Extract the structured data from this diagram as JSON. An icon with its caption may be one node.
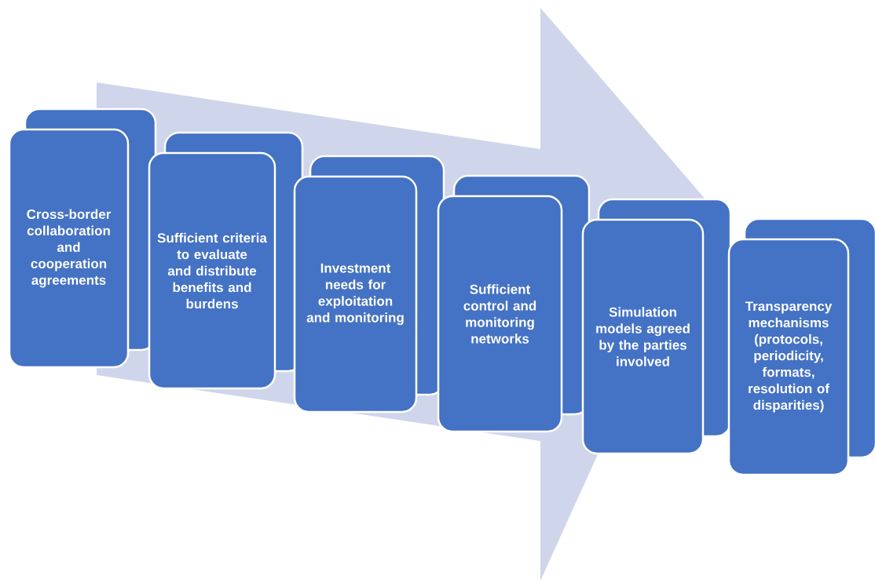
{
  "diagram": {
    "nodes": [
      {
        "text": [
          "Cross-border collaboration and cooperation agreements"
        ]
      },
      {
        "text": [
          "Sufficient criteria to evaluate and distribute benefits and burdens"
        ]
      },
      {
        "text": [
          "Investment needs for exploitation and monitoring"
        ]
      },
      {
        "text": [
          "Sufficient control and monitoring networks"
        ]
      },
      {
        "text": [
          "Simulation models agreed  by the parties involved"
        ]
      },
      {
        "text": [
          "Transparency mechanisms (protocols, periodicity, formats, resolution of disparities)"
        ]
      }
    ],
    "edges": [
      {
        "from": 0,
        "to": 4,
        "arrow": "to"
      }
    ]
  }
}
